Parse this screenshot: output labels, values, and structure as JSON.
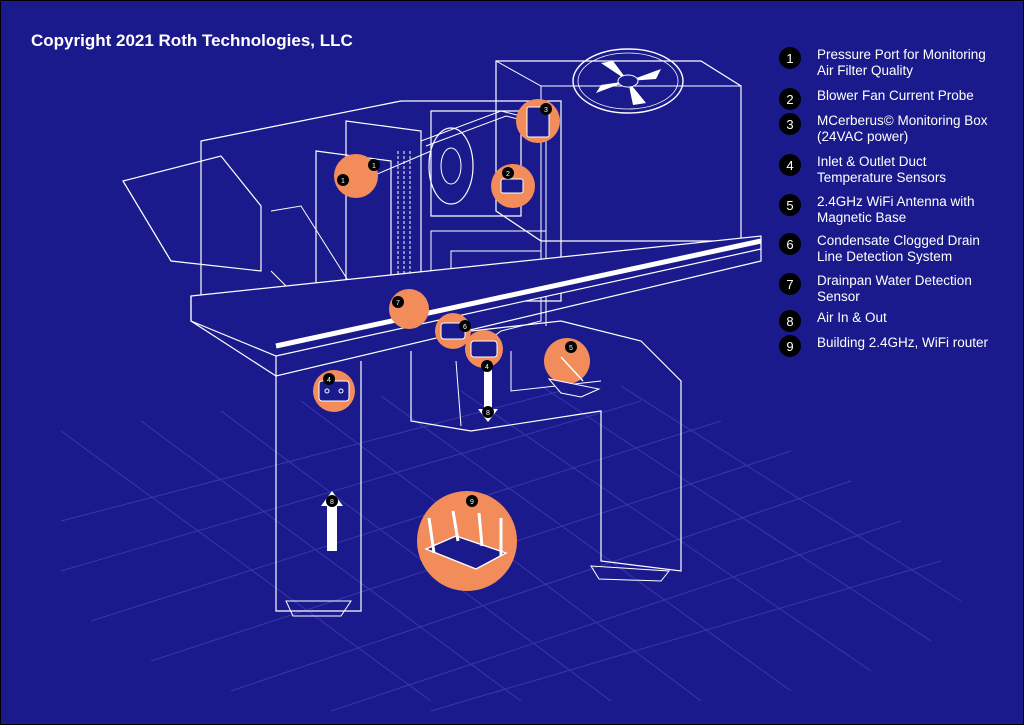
{
  "copyright": "Copyright 2021 Roth Technologies, LLC",
  "colors": {
    "background": "#1a1a8c",
    "accent": "#f28c5b",
    "line": "#ffffff",
    "badge": "#000000"
  },
  "legend": [
    {
      "num": "1",
      "text": "Pressure Port for Monitoring\nAir Filter Quality"
    },
    {
      "num": "2",
      "text": "Blower Fan Current Probe"
    },
    {
      "num": "3",
      "text": "MCerberus© Monitoring Box\n(24VAC power)"
    },
    {
      "num": "4",
      "text": "Inlet & Outlet Duct\nTemperature Sensors"
    },
    {
      "num": "5",
      "text": "2.4GHz WiFi Antenna with\nMagnetic Base"
    },
    {
      "num": "6",
      "text": "Condensate Clogged Drain\nLine Detection System"
    },
    {
      "num": "7",
      "text": "Drainpan Water Detection\nSensor"
    },
    {
      "num": "8",
      "text": "Air In & Out"
    },
    {
      "num": "9",
      "text": "Building 2.4GHz, WiFi router"
    }
  ],
  "callouts": {
    "c1a": "1",
    "c1b": "1",
    "c2": "2",
    "c3": "3",
    "c4a": "4",
    "c4b": "4",
    "c5": "5",
    "c6": "6",
    "c7": "7",
    "c8a": "8",
    "c8b": "8",
    "c9": "9"
  }
}
